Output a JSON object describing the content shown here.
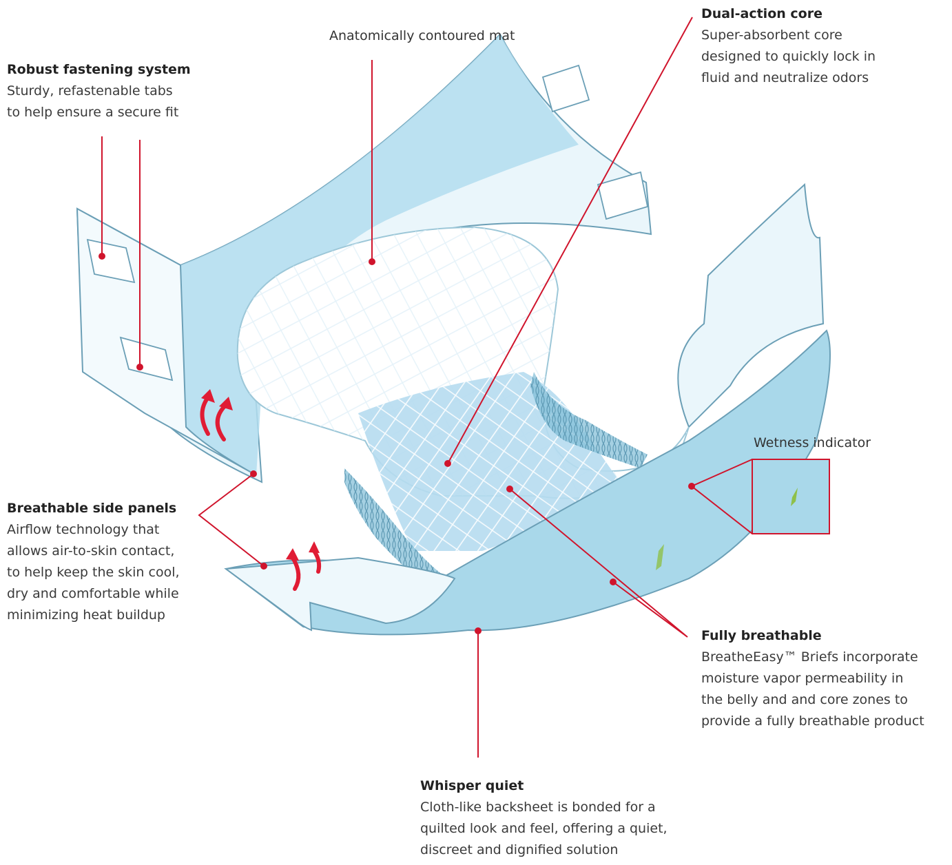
{
  "callouts": {
    "fastening": {
      "title": "Robust fastening system",
      "body": "Sturdy, refastenable tabs\nto help ensure a secure fit"
    },
    "mat": {
      "label": "Anatomically contoured mat"
    },
    "core": {
      "title": "Dual-action core",
      "body": "Super-absorbent core\ndesigned to quickly lock in\nfluid and neutralize odors"
    },
    "wetness": {
      "label": "Wetness indicator"
    },
    "side_panels": {
      "title": "Breathable side panels",
      "body": "Airflow technology that\nallows air-to-skin contact,\nto help keep the skin cool,\ndry and comfortable while\nminimizing heat buildup"
    },
    "breathable": {
      "title": "Fully breathable",
      "body": "BreatheEasy™ Briefs incorporate\nmoisture vapor permeability in\nthe belly and and core zones to\nprovide a fully breathable product"
    },
    "quiet": {
      "title": "Whisper quiet",
      "body": "Cloth-like backsheet is bonded for a\nquilted look and feel, offering a quiet,\ndiscreet and dignified solution"
    }
  },
  "colors": {
    "leader": "#d0142c",
    "brief_blue": "#a9d8ea",
    "brief_light": "#e8f5fb",
    "brief_outline": "#6b9fb6",
    "indicator_green": "#8fc04a"
  }
}
